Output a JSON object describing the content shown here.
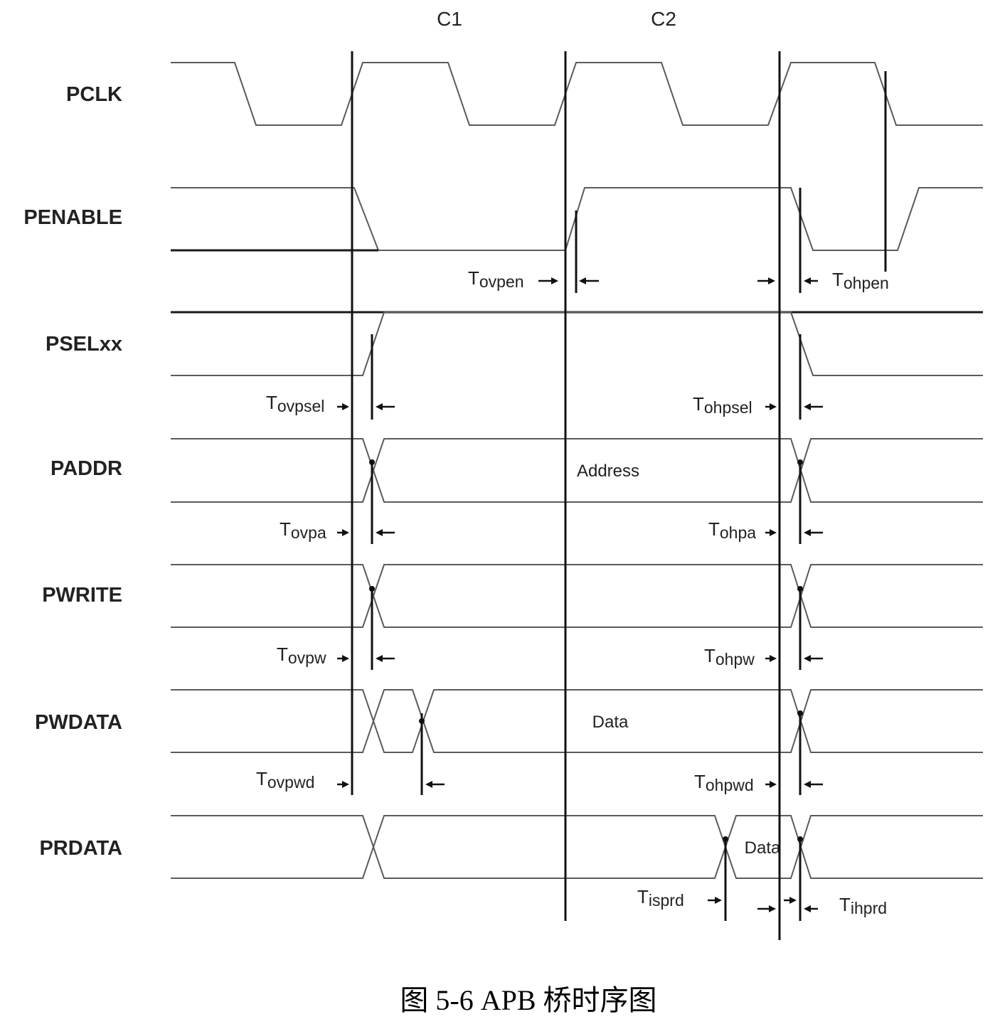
{
  "columns": [
    "C1",
    "C2"
  ],
  "signals": [
    "PCLK",
    "PENABLE",
    "PSELxx",
    "PADDR",
    "PWRITE",
    "PWDATA",
    "PRDATA"
  ],
  "timing_labels": {
    "tovpen": {
      "main": "T",
      "sub": "ovpen"
    },
    "tohpen": {
      "main": "T",
      "sub": "ohpen"
    },
    "tovpsel": {
      "main": "T",
      "sub": "ovpsel"
    },
    "tohpsel": {
      "main": "T",
      "sub": "ohpsel"
    },
    "tovpa": {
      "main": "T",
      "sub": "ovpa"
    },
    "tohpa": {
      "main": "T",
      "sub": "ohpa"
    },
    "tovpw": {
      "main": "T",
      "sub": "ovpw"
    },
    "tohpw": {
      "main": "T",
      "sub": "ohpw"
    },
    "tovpwd": {
      "main": "T",
      "sub": "ovpwd"
    },
    "tohpwd": {
      "main": "T",
      "sub": "ohpwd"
    },
    "tisprd": {
      "main": "T",
      "sub": "isprd"
    },
    "tihprd": {
      "main": "T",
      "sub": "ihprd"
    }
  },
  "bus_values": {
    "paddr": "Address",
    "pwdata": "Data",
    "prdata": "Data"
  },
  "caption": "图 5-6 APB 桥时序图"
}
